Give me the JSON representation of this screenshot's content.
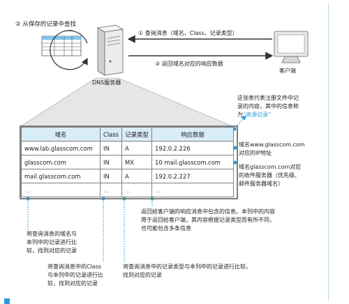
{
  "steps": {
    "step2": "② 从保存的记录中查找",
    "step1": "① 查询消息（域名、Class、记录类型）",
    "step3": "③ 返回域名对应的响应数据"
  },
  "labels": {
    "dns_server": "DNS服务器",
    "client": "客户端"
  },
  "table": {
    "headers": [
      "域名",
      "Class",
      "记录类型",
      "响应数据"
    ],
    "rows": [
      [
        "www.lab.glasscom.com",
        "IN",
        "A",
        "192.0.2.226"
      ],
      [
        "glasscom.com",
        "IN",
        "MX",
        "10 mail.glasscom.com"
      ],
      [
        "mail.glasscom.com",
        "IN",
        "A",
        "192.0.2.227"
      ],
      [
        "…",
        "…",
        "…",
        "…"
      ]
    ]
  },
  "notes": {
    "resource_line1": "这张表代表注册文件中记",
    "resource_line2": "录的内容，其中的信息称",
    "resource_line3a": "为",
    "resource_line3b": "“资源记录”",
    "ip_line1": "域名www.glasscom.com",
    "ip_line2": "对应的IP地址",
    "mail_line1": "域名glasscom.com对应",
    "mail_line2": "的收件服务器（优先级、",
    "mail_line3": "邮件服务器域名）",
    "response_line1": "返回给客户端的响应消息中包含的信息。本列中的内容",
    "response_line2": "用于返回给客户端，其内容根据记录类型而有所不同，",
    "response_line3": "也可能包含多条信息",
    "domain_line1": "将查询消息的域名与",
    "domain_line2": "本列中的记录进行比",
    "domain_line3": "较，找到对应的记录",
    "class_line1": "将查询消息中的Class",
    "class_line2": "与本列中的记录进行比",
    "class_line3": "较，找到对应的记录",
    "type_line1": "将查询消息中的记录类型与本列中的记录进行比较，",
    "type_line2": "找到对应的记录"
  },
  "colors": {
    "accent": "#2c9bd6",
    "table_header": "#d9edf8",
    "grey": "#7f7f7f"
  }
}
